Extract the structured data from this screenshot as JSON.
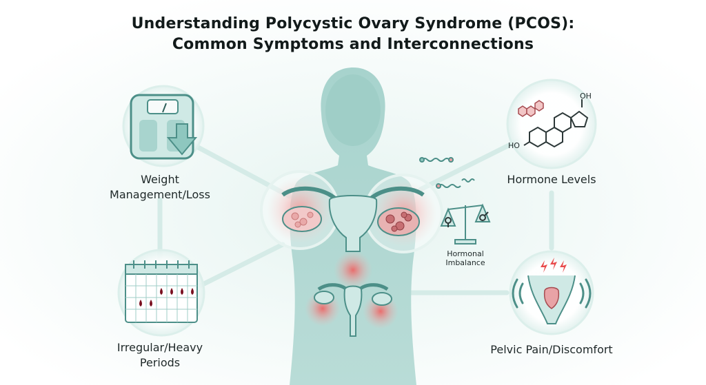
{
  "title": {
    "line1": "Understanding Polycystic Ovary Syndrome (PCOS):",
    "line2": "Common Symptoms and Interconnections"
  },
  "symptoms": {
    "weight": {
      "line1": "Weight",
      "line2": "Management/Loss"
    },
    "periods": {
      "line1": "Irregular/Heavy",
      "line2": "Periods"
    },
    "hormones": {
      "label": "Hormone Levels"
    },
    "pelvic": {
      "label": "Pelvic Pain/Discomfort"
    },
    "imbalance": {
      "line1": "Hormonal",
      "line2": "Imbalance"
    }
  },
  "molecule": {
    "oh_top": "OH",
    "ho_left": "HO"
  },
  "icons": {
    "weight": "bathroom-scale-icon",
    "periods": "calendar-blood-drop-icon",
    "hormones": "steroid-molecule-icon",
    "pelvic": "pelvic-pain-icon",
    "balance": "gender-balance-scale-icon",
    "body": "female-silhouette-icon",
    "uterus": "uterus-ovaries-icon"
  },
  "colors": {
    "silhouette": "#a9d4cf",
    "teal_light": "#cfe9e5",
    "teal": "#8ec7bf",
    "teal_dark": "#4c8f88",
    "inflammation": "#f06a6a",
    "blood": "#7a1020",
    "text": "#1f2a2a"
  }
}
